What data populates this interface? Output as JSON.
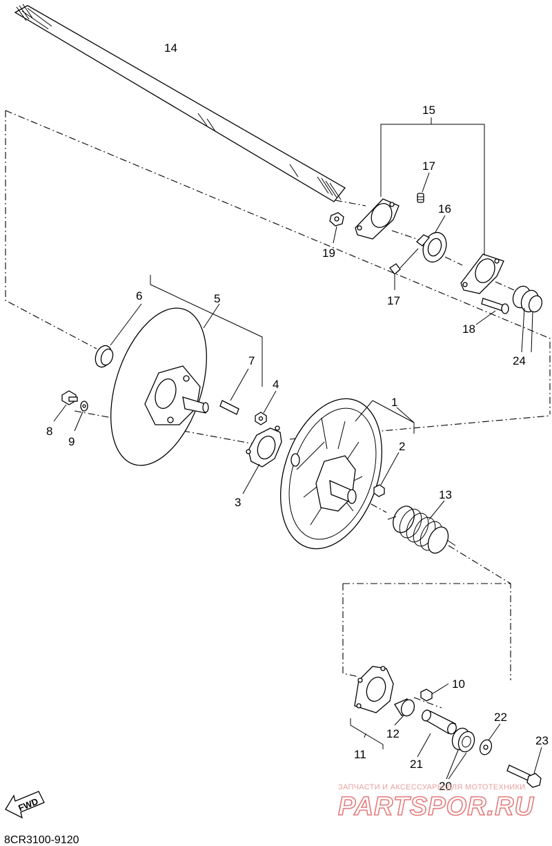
{
  "diagram": {
    "part_numbers": [
      "1",
      "2",
      "3",
      "4",
      "5",
      "6",
      "7",
      "8",
      "9",
      "10",
      "11",
      "12",
      "13",
      "14",
      "15",
      "16",
      "17",
      "17",
      "18",
      "19",
      "20",
      "21",
      "22",
      "23",
      "24"
    ],
    "drawing_code": "8CR3100-9120",
    "fwd_label": "FWD",
    "watermark": {
      "top_text": "ЗАПЧАСТИ И АКСЕССУАРЫ ДЛЯ МОТОТЕХНИКИ",
      "brand_text": "PARTSPOR.RU"
    },
    "colors": {
      "line": "#000000",
      "background": "#ffffff",
      "watermark": "#e37b7b"
    }
  }
}
